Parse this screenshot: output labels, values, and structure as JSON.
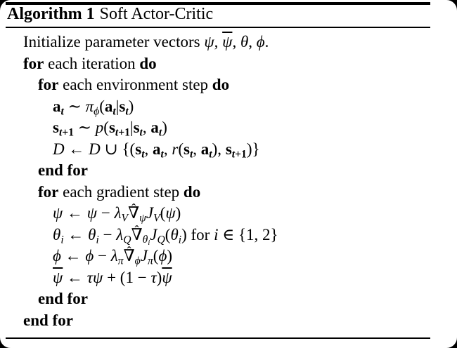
{
  "colors": {
    "frame": "#000000",
    "page": "#ffffff",
    "ink": "#000000"
  },
  "header": {
    "label": "Algorithm 1",
    "title": "Soft Actor-Critic"
  },
  "algorithm": {
    "lines": [
      {
        "indent": 1,
        "tokens": [
          {
            "s": "rm",
            "v": "Initialize parameter vectors "
          },
          {
            "s": "it",
            "v": "ψ"
          },
          {
            "s": "rm",
            "v": ", "
          },
          {
            "s": "it",
            "v": "ψ",
            "bar": true
          },
          {
            "s": "rm",
            "v": ", "
          },
          {
            "s": "it",
            "v": "θ"
          },
          {
            "s": "rm",
            "v": ", "
          },
          {
            "s": "it",
            "v": "ϕ"
          },
          {
            "s": "rm",
            "v": "."
          }
        ]
      },
      {
        "indent": 1,
        "tokens": [
          {
            "s": "kw",
            "v": "for"
          },
          {
            "s": "rm",
            "v": " each iteration "
          },
          {
            "s": "kw",
            "v": "do"
          }
        ]
      },
      {
        "indent": 2,
        "tokens": [
          {
            "s": "kw",
            "v": "for"
          },
          {
            "s": "rm",
            "v": " each environment step "
          },
          {
            "s": "kw",
            "v": "do"
          }
        ]
      },
      {
        "indent": 3,
        "tokens": [
          {
            "s": "bf",
            "v": "a",
            "sub": [
              {
                "s": "it",
                "v": "t"
              }
            ]
          },
          {
            "s": "rm",
            "v": " ∼ "
          },
          {
            "s": "it",
            "v": "π",
            "sub": [
              {
                "s": "it",
                "v": "ϕ"
              }
            ]
          },
          {
            "s": "rm",
            "v": "("
          },
          {
            "s": "bf",
            "v": "a",
            "sub": [
              {
                "s": "it",
                "v": "t"
              }
            ]
          },
          {
            "s": "rm",
            "v": "|"
          },
          {
            "s": "bf",
            "v": "s",
            "sub": [
              {
                "s": "it",
                "v": "t"
              }
            ]
          },
          {
            "s": "rm",
            "v": ")"
          }
        ]
      },
      {
        "indent": 3,
        "tokens": [
          {
            "s": "bf",
            "v": "s",
            "sub": [
              {
                "s": "it",
                "v": "t"
              },
              {
                "s": "rm",
                "v": "+1"
              }
            ]
          },
          {
            "s": "rm",
            "v": " ∼ "
          },
          {
            "s": "it",
            "v": "p"
          },
          {
            "s": "rm",
            "v": "("
          },
          {
            "s": "bf",
            "v": "s",
            "sub": [
              {
                "s": "it",
                "v": "t"
              },
              {
                "s": "rm",
                "v": "+1"
              }
            ]
          },
          {
            "s": "rm",
            "v": "|"
          },
          {
            "s": "bf",
            "v": "s",
            "sub": [
              {
                "s": "it",
                "v": "t"
              }
            ]
          },
          {
            "s": "rm",
            "v": ", "
          },
          {
            "s": "bf",
            "v": "a",
            "sub": [
              {
                "s": "it",
                "v": "t"
              }
            ]
          },
          {
            "s": "rm",
            "v": ")"
          }
        ]
      },
      {
        "indent": 3,
        "tokens": [
          {
            "s": "cal",
            "v": "D"
          },
          {
            "s": "rm",
            "v": " ← "
          },
          {
            "s": "cal",
            "v": "D"
          },
          {
            "s": "rm",
            "v": " ∪ {("
          },
          {
            "s": "bf",
            "v": "s",
            "sub": [
              {
                "s": "it",
                "v": "t"
              }
            ]
          },
          {
            "s": "rm",
            "v": ", "
          },
          {
            "s": "bf",
            "v": "a",
            "sub": [
              {
                "s": "it",
                "v": "t"
              }
            ]
          },
          {
            "s": "rm",
            "v": ", "
          },
          {
            "s": "it",
            "v": "r"
          },
          {
            "s": "rm",
            "v": "("
          },
          {
            "s": "bf",
            "v": "s",
            "sub": [
              {
                "s": "it",
                "v": "t"
              }
            ]
          },
          {
            "s": "rm",
            "v": ", "
          },
          {
            "s": "bf",
            "v": "a",
            "sub": [
              {
                "s": "it",
                "v": "t"
              }
            ]
          },
          {
            "s": "rm",
            "v": "), "
          },
          {
            "s": "bf",
            "v": "s",
            "sub": [
              {
                "s": "it",
                "v": "t"
              },
              {
                "s": "rm",
                "v": "+1"
              }
            ]
          },
          {
            "s": "rm",
            "v": ")}"
          }
        ]
      },
      {
        "indent": 2,
        "tokens": [
          {
            "s": "kw",
            "v": "end for"
          }
        ]
      },
      {
        "indent": 2,
        "tokens": [
          {
            "s": "kw",
            "v": "for"
          },
          {
            "s": "rm",
            "v": " each gradient step "
          },
          {
            "s": "kw",
            "v": "do"
          }
        ]
      },
      {
        "indent": 3,
        "tokens": [
          {
            "s": "it",
            "v": "ψ"
          },
          {
            "s": "rm",
            "v": " ← "
          },
          {
            "s": "it",
            "v": "ψ"
          },
          {
            "s": "rm",
            "v": " − "
          },
          {
            "s": "it",
            "v": "λ",
            "sub": [
              {
                "s": "it",
                "v": "V"
              }
            ]
          },
          {
            "s": "rm",
            "v": "∇",
            "hat": true,
            "sub": [
              {
                "s": "it",
                "v": "ψ"
              }
            ]
          },
          {
            "s": "it",
            "v": "J",
            "sub": [
              {
                "s": "it",
                "v": "V"
              }
            ]
          },
          {
            "s": "rm",
            "v": "("
          },
          {
            "s": "it",
            "v": "ψ"
          },
          {
            "s": "rm",
            "v": ")"
          }
        ]
      },
      {
        "indent": 3,
        "tokens": [
          {
            "s": "it",
            "v": "θ",
            "sub": [
              {
                "s": "it",
                "v": "i"
              }
            ]
          },
          {
            "s": "rm",
            "v": " ← "
          },
          {
            "s": "it",
            "v": "θ",
            "sub": [
              {
                "s": "it",
                "v": "i"
              }
            ]
          },
          {
            "s": "rm",
            "v": " − "
          },
          {
            "s": "it",
            "v": "λ",
            "sub": [
              {
                "s": "it",
                "v": "Q"
              }
            ]
          },
          {
            "s": "rm",
            "v": "∇",
            "hat": true,
            "sub": [
              {
                "s": "it",
                "v": "θ",
                "sub": [
                  {
                    "s": "it",
                    "v": "i"
                  }
                ]
              }
            ]
          },
          {
            "s": "it",
            "v": "J",
            "sub": [
              {
                "s": "it",
                "v": "Q"
              }
            ]
          },
          {
            "s": "rm",
            "v": "("
          },
          {
            "s": "it",
            "v": "θ",
            "sub": [
              {
                "s": "it",
                "v": "i"
              }
            ]
          },
          {
            "s": "rm",
            "v": ") for "
          },
          {
            "s": "it",
            "v": "i"
          },
          {
            "s": "rm",
            "v": " ∈ {1, 2}"
          }
        ]
      },
      {
        "indent": 3,
        "tokens": [
          {
            "s": "it",
            "v": "ϕ"
          },
          {
            "s": "rm",
            "v": " ← "
          },
          {
            "s": "it",
            "v": "ϕ"
          },
          {
            "s": "rm",
            "v": " − "
          },
          {
            "s": "it",
            "v": "λ",
            "sub": [
              {
                "s": "it",
                "v": "π"
              }
            ]
          },
          {
            "s": "rm",
            "v": "∇",
            "hat": true,
            "sub": [
              {
                "s": "it",
                "v": "ϕ"
              }
            ]
          },
          {
            "s": "it",
            "v": "J",
            "sub": [
              {
                "s": "it",
                "v": "π"
              }
            ]
          },
          {
            "s": "rm",
            "v": "("
          },
          {
            "s": "it",
            "v": "ϕ"
          },
          {
            "s": "rm",
            "v": ")"
          }
        ]
      },
      {
        "indent": 3,
        "tokens": [
          {
            "s": "it",
            "v": "ψ",
            "bar": true
          },
          {
            "s": "rm",
            "v": " ← "
          },
          {
            "s": "it",
            "v": "τψ"
          },
          {
            "s": "rm",
            "v": " + (1 − "
          },
          {
            "s": "it",
            "v": "τ"
          },
          {
            "s": "rm",
            "v": ")"
          },
          {
            "s": "it",
            "v": "ψ",
            "bar": true
          }
        ]
      },
      {
        "indent": 2,
        "tokens": [
          {
            "s": "kw",
            "v": "end for"
          }
        ]
      },
      {
        "indent": 1,
        "tokens": [
          {
            "s": "kw",
            "v": "end for"
          }
        ]
      }
    ]
  }
}
